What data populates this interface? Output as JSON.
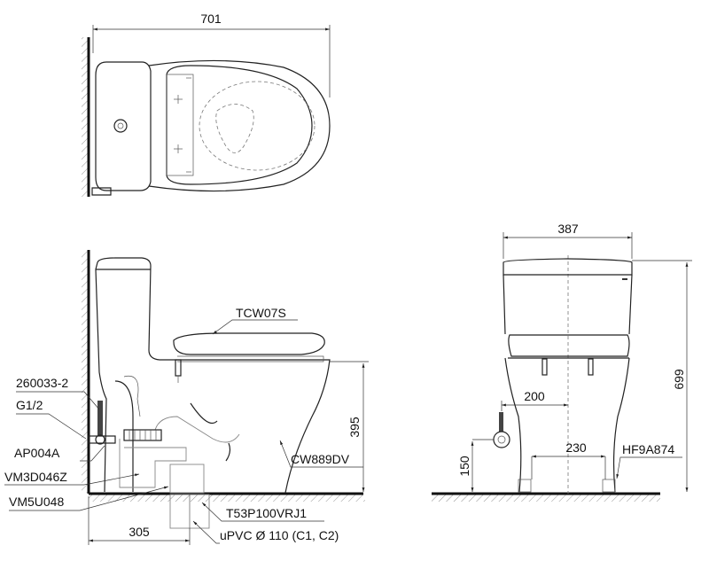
{
  "top_view": {
    "width_dim": "701"
  },
  "side_view": {
    "seat_label": "TCW07S",
    "bowl_label": "CW889DV",
    "height_dim": "395",
    "depth_dim": "305",
    "parts": [
      {
        "code": "260033-2"
      },
      {
        "code": "G1/2"
      },
      {
        "code": "AP004A"
      },
      {
        "code": "VM3D046Z"
      },
      {
        "code": "VM5U048"
      },
      {
        "code": "T53P100VRJ1"
      },
      {
        "code": "uPVC Ø 110 (C1, C2)"
      }
    ]
  },
  "front_view": {
    "width_dim": "387",
    "height_dim": "699",
    "supply_offset_dim": "200",
    "bolt_spacing_dim": "230",
    "supply_height_dim": "150",
    "bolt_label": "HF9A874"
  }
}
